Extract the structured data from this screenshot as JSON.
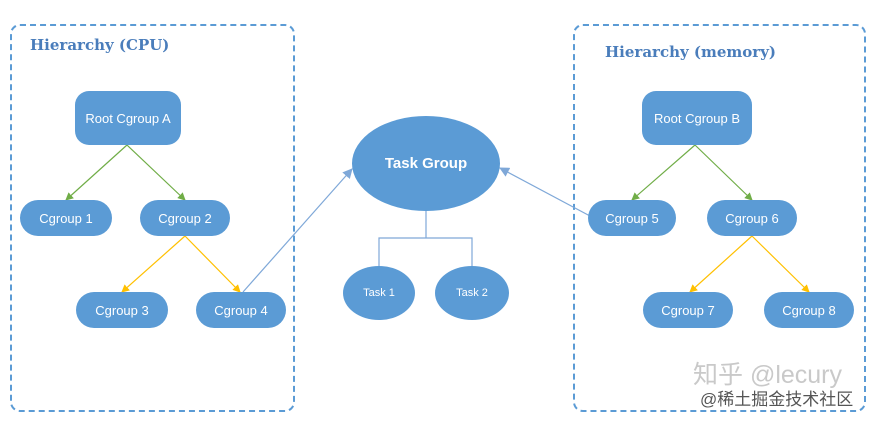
{
  "left_frame": {
    "title": "Hierarchy (CPU)"
  },
  "right_frame": {
    "title": "Hierarchy (memory)"
  },
  "nodes": {
    "root_a": "Root Cgroup A",
    "cg1": "Cgroup 1",
    "cg2": "Cgroup 2",
    "cg3": "Cgroup 3",
    "cg4": "Cgroup 4",
    "task_group": "Task Group",
    "task1": "Task 1",
    "task2": "Task 2",
    "root_b": "Root Cgroup B",
    "cg5": "Cgroup 5",
    "cg6": "Cgroup 6",
    "cg7": "Cgroup 7",
    "cg8": "Cgroup 8"
  },
  "colors": {
    "node_fill": "#5b9bd5",
    "frame_border": "#5b9bd5",
    "green_arrow": "#70ad47",
    "yellow_arrow": "#ffc000",
    "blue_arrow": "#7fa8d8"
  },
  "watermark": {
    "line1": "知乎 @lecury",
    "line2": "@稀土掘金技术社区"
  }
}
